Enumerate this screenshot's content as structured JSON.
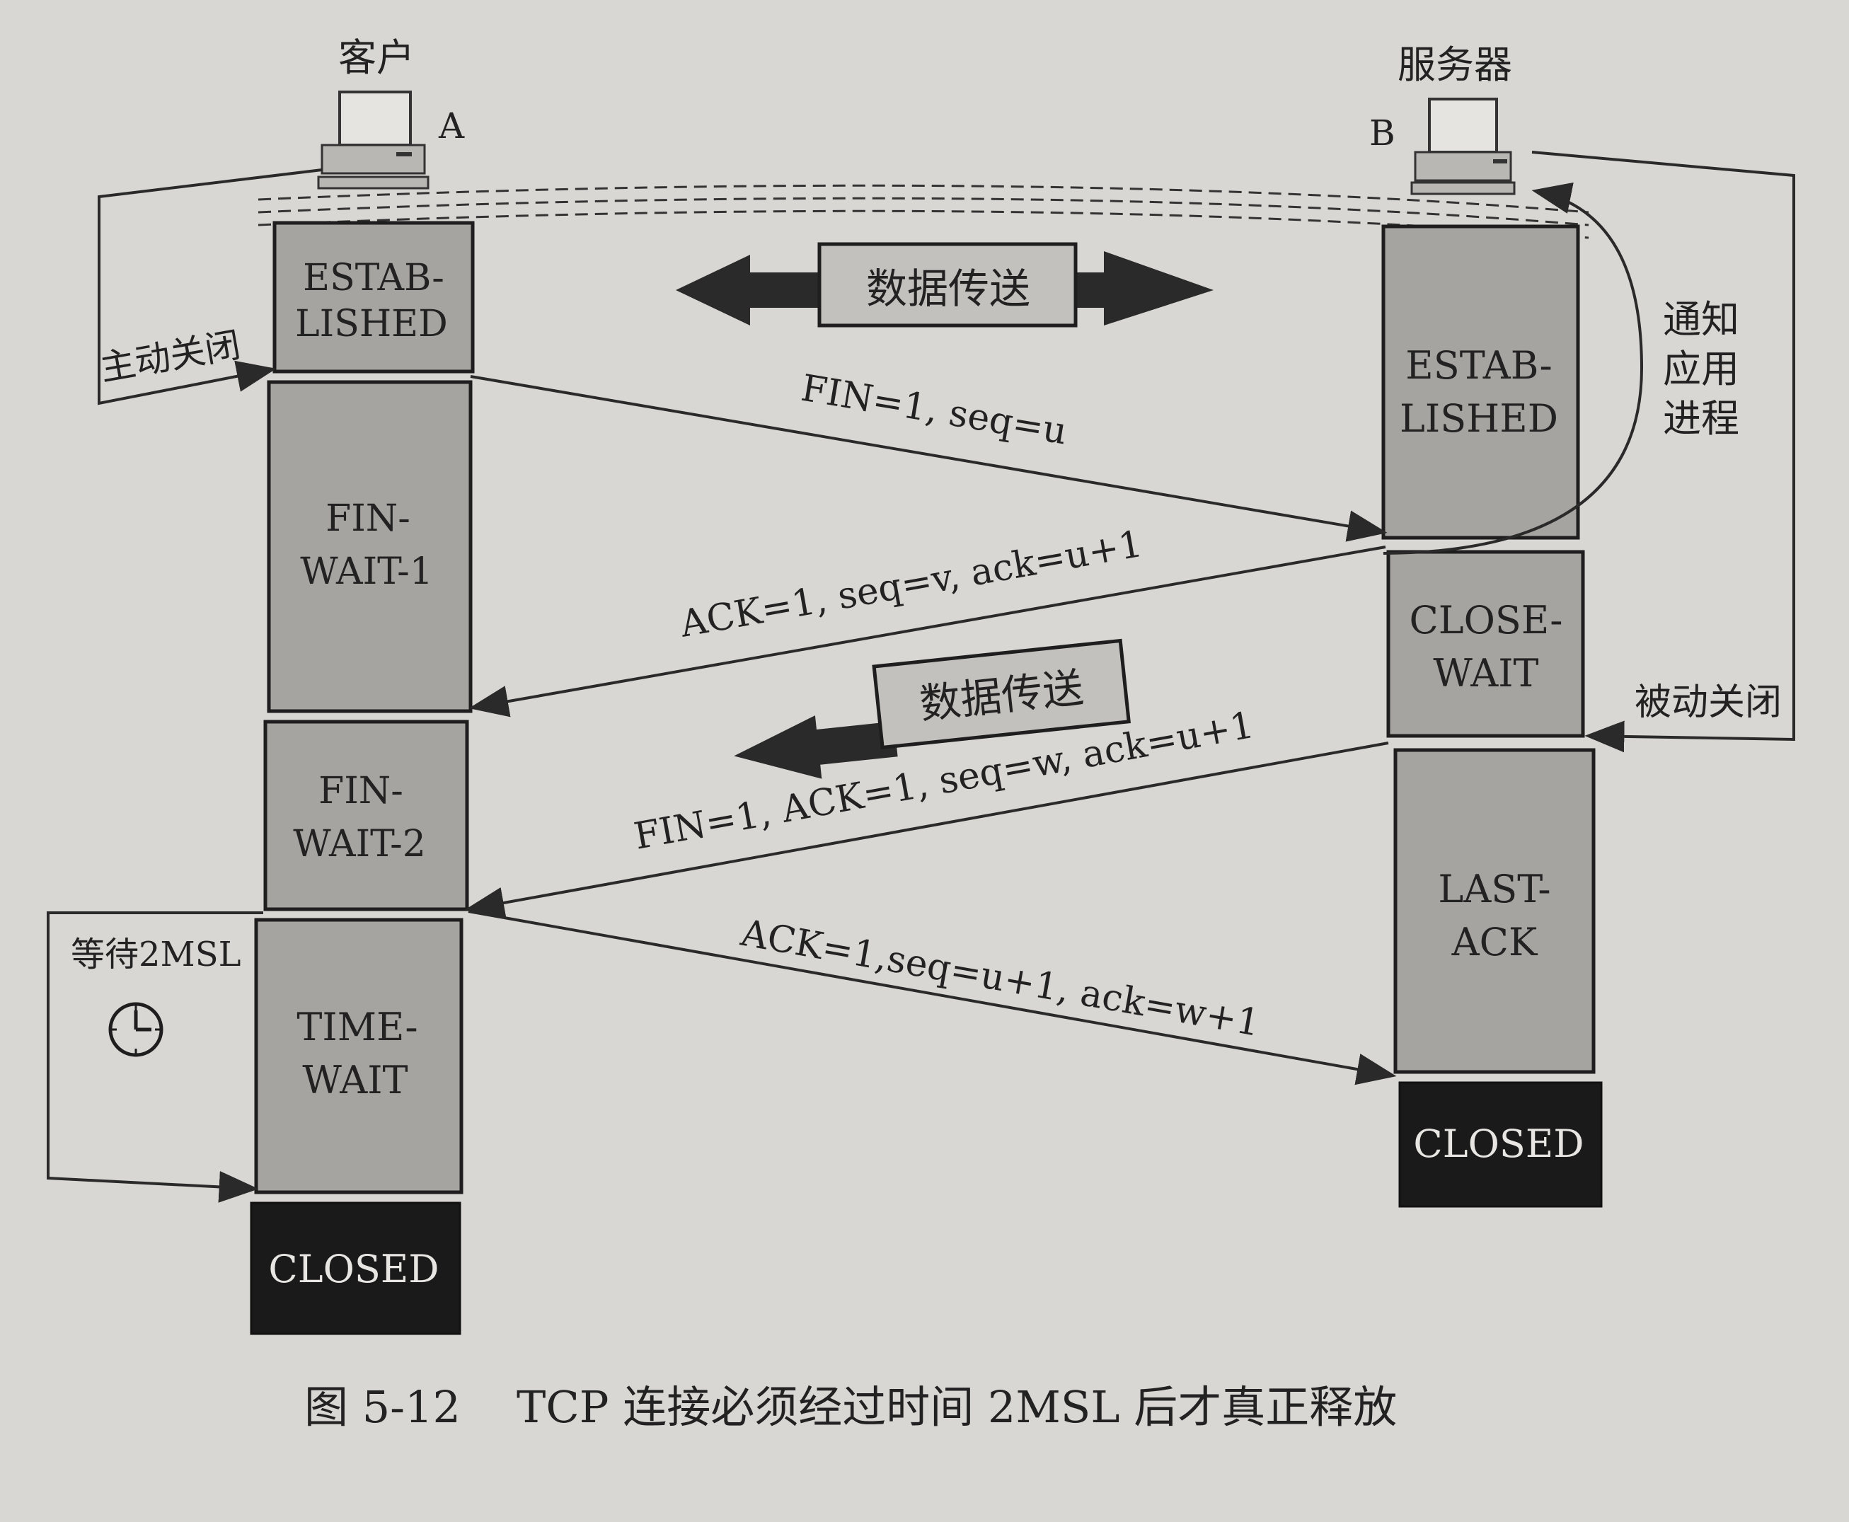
{
  "client": {
    "title": "客户",
    "tag": "A"
  },
  "server": {
    "title": "服务器",
    "tag": "B"
  },
  "left_states": {
    "established": [
      "ESTAB-",
      "LISHED"
    ],
    "fin_wait_1": [
      "FIN-",
      "WAIT-1"
    ],
    "fin_wait_2": [
      "FIN-",
      "WAIT-2"
    ],
    "time_wait": [
      "TIME-",
      "WAIT"
    ],
    "closed": "CLOSED"
  },
  "right_states": {
    "established": [
      "ESTAB-",
      "LISHED"
    ],
    "close_wait": [
      "CLOSE-",
      "WAIT"
    ],
    "last_ack": [
      "LAST-",
      "ACK"
    ],
    "closed": "CLOSED"
  },
  "messages": {
    "m1": "FIN=1, seq=u",
    "m2": "ACK=1, seq=v, ack=u+1",
    "m3": "FIN=1, ACK=1, seq=w, ack=u+1",
    "m4": "ACK=1,seq=u+1, ack=w+1"
  },
  "data_transfer_1": "数据传送",
  "data_transfer_2": "数据传送",
  "labels": {
    "active_close": "主动关闭",
    "notify_app": [
      "通知",
      "应用",
      "进程"
    ],
    "passive_close": "被动关闭",
    "wait_2msl": "等待2MSL"
  },
  "caption": {
    "number": "图 5-12",
    "text": "TCP 连接必须经过时间 2MSL 后才真正释放"
  },
  "colors": {
    "state_fill": "#a6a4a1",
    "closed_fill": "#1a1a1a",
    "data_box_fill": "#c3c1bd",
    "line": "#2a2a2a"
  }
}
